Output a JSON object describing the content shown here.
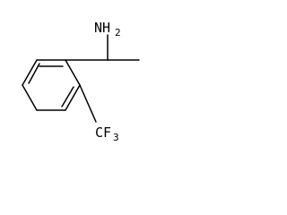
{
  "molecule": {
    "labels": {
      "amine_n": "NH",
      "amine_sub": "2",
      "trifluoro_cf": "CF",
      "trifluoro_sub": "3"
    }
  },
  "colors": {
    "bond": "#000000",
    "background": "#ffffff"
  }
}
